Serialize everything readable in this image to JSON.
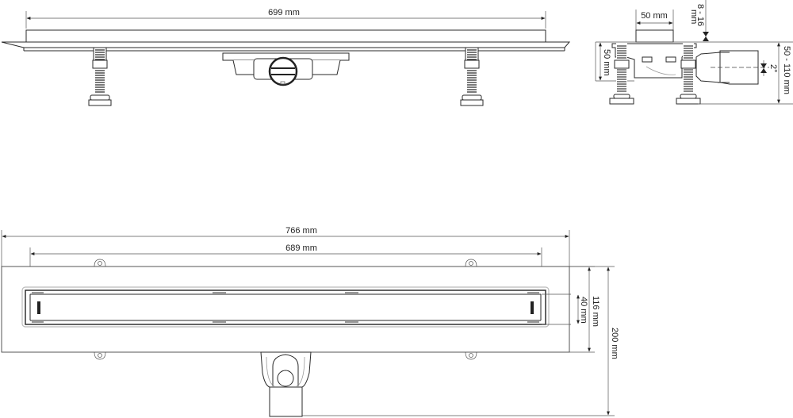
{
  "drawing": {
    "type": "technical drawing - linear shower drain",
    "views": {
      "side_view": {
        "dimension_length": "699 mm"
      },
      "end_view": {
        "dimension_outlet_width": "50 mm",
        "dimension_grate_height": "8 - 16",
        "dimension_grate_height_unit": "mm",
        "dimension_body_height": "50 mm",
        "dimension_total_height": "50 - 110 mm",
        "dimension_slope": "2°"
      },
      "top_view": {
        "dimension_overall_length": "766 mm",
        "dimension_grate_length": "689 mm",
        "dimension_channel_width": "116 mm",
        "dimension_grate_width": "40 mm",
        "dimension_flange_width": "200 mm"
      }
    }
  }
}
